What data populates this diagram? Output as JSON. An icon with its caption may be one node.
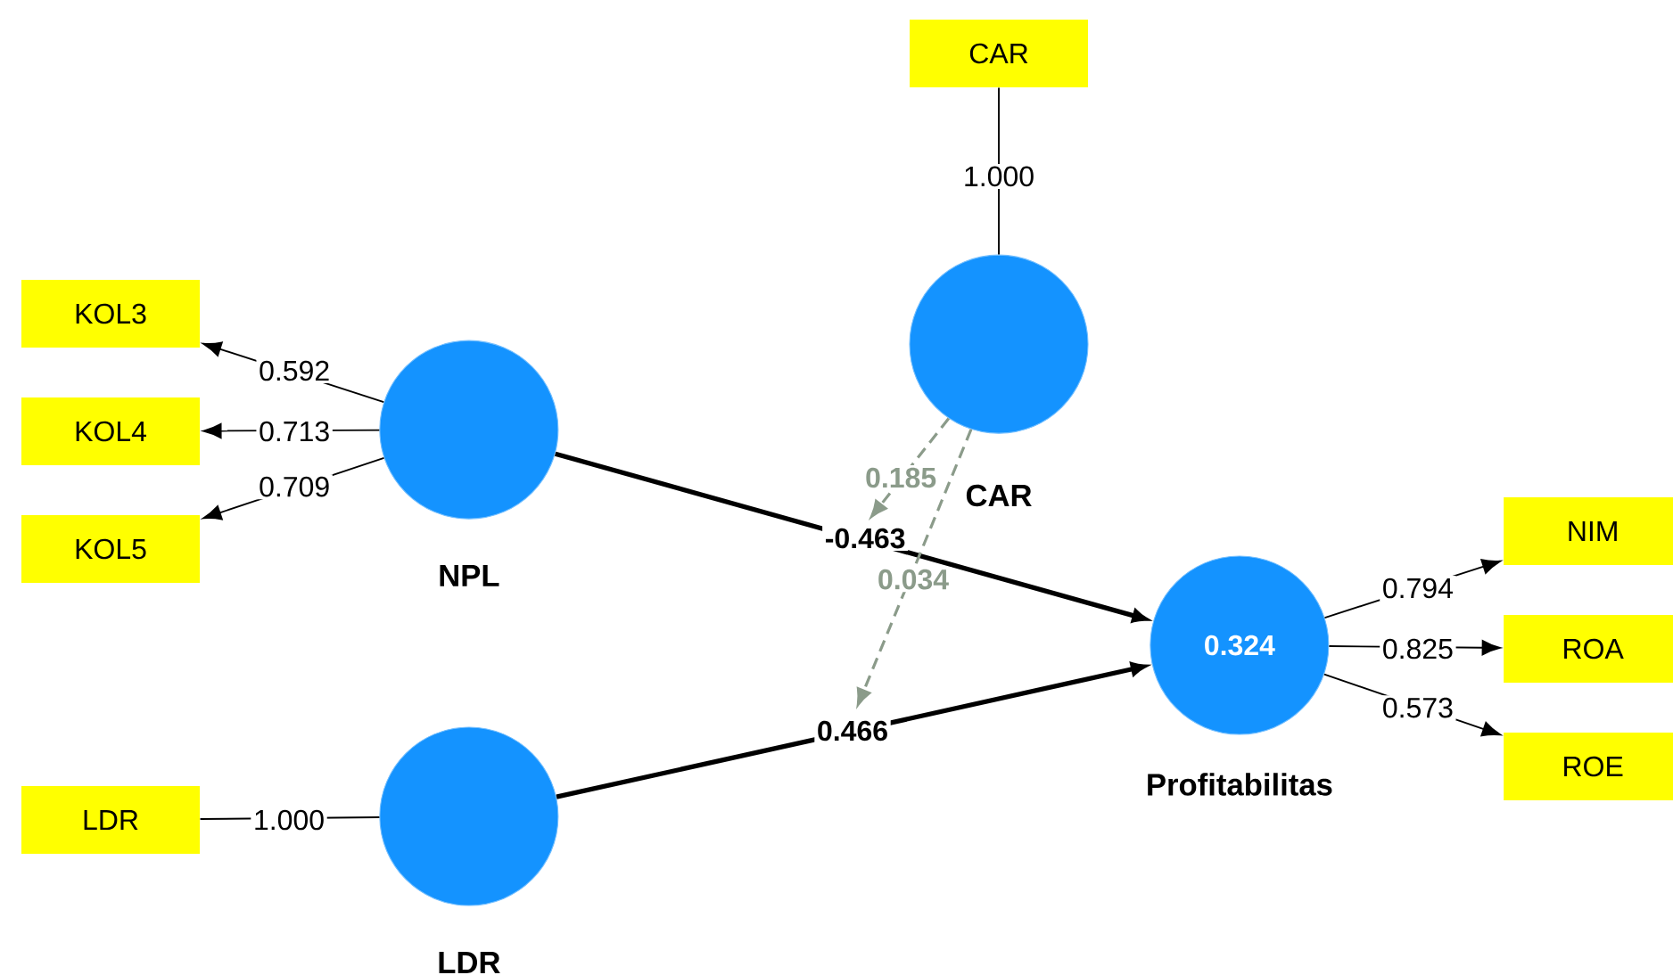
{
  "diagram": {
    "nodes": [
      {
        "text": [
          "CAR"
        ]
      },
      {
        "text": [
          "KOL3"
        ]
      },
      {
        "text": [
          "KOL4"
        ]
      },
      {
        "text": [
          "KOL5"
        ]
      },
      {
        "text": [
          "NPL"
        ]
      },
      {
        "text": [
          "CAR"
        ]
      },
      {
        "text": [
          "LDR"
        ]
      },
      {
        "text": [
          "LDR"
        ]
      },
      {
        "text": [
          "0.324",
          "Profitabilitas"
        ]
      },
      {
        "text": [
          "NIM"
        ]
      },
      {
        "text": [
          "ROA"
        ]
      },
      {
        "text": [
          "ROE"
        ]
      }
    ],
    "edges": [
      {
        "from": 4,
        "to": 1,
        "arrow": "to",
        "label": "0.592"
      },
      {
        "from": 4,
        "to": 2,
        "arrow": "to",
        "label": "0.713"
      },
      {
        "from": 4,
        "to": 3,
        "arrow": "to",
        "label": "0.709"
      },
      {
        "from": 0,
        "to": 5,
        "arrow": "none",
        "label": "1.000"
      },
      {
        "from": 6,
        "to": 7,
        "arrow": "none",
        "label": "1.000"
      },
      {
        "from": 4,
        "to": 8,
        "arrow": "to",
        "label": "-0.463",
        "style": "thick"
      },
      {
        "from": 7,
        "to": 8,
        "arrow": "to",
        "label": "0.466",
        "style": "thick"
      },
      {
        "from": 8,
        "to": 9,
        "arrow": "to",
        "label": "0.794"
      },
      {
        "from": 8,
        "to": 10,
        "arrow": "to",
        "label": "0.825"
      },
      {
        "from": 8,
        "to": 11,
        "arrow": "to",
        "label": "0.573"
      },
      {
        "from": 5,
        "to": null,
        "arrow": "to",
        "label": "0.185",
        "style": "dashed",
        "color": "#8b9b8a"
      },
      {
        "from": 5,
        "to": null,
        "arrow": "to",
        "label": "0.034",
        "style": "dashed",
        "color": "#8b9b8a"
      }
    ]
  }
}
